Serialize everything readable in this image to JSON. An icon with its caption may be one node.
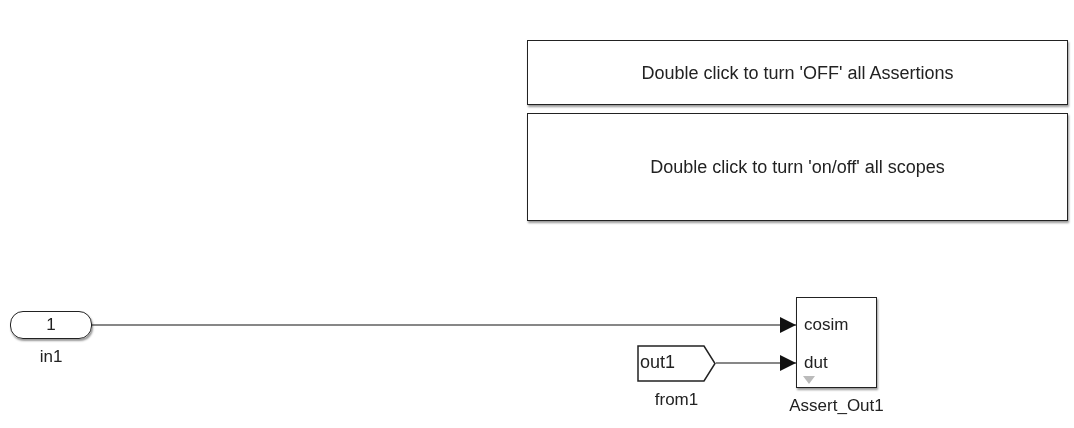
{
  "diagram": {
    "nodes": [
      {
        "text": [
          "Double click to turn 'OFF' all Assertions"
        ]
      },
      {
        "text": [
          "Double click to turn 'on/off' all scopes"
        ]
      },
      {
        "text": [
          "1"
        ],
        "beside": [
          "in1"
        ]
      },
      {
        "text": [
          "out1"
        ],
        "beside": [
          "from1"
        ]
      },
      {
        "text": [
          "cosim",
          "dut"
        ],
        "beside": [
          "Assert_Out1"
        ]
      }
    ],
    "edges": [
      {
        "from": 2,
        "to": 4,
        "arrow": "to"
      },
      {
        "from": 3,
        "to": 4,
        "arrow": "to"
      }
    ]
  }
}
